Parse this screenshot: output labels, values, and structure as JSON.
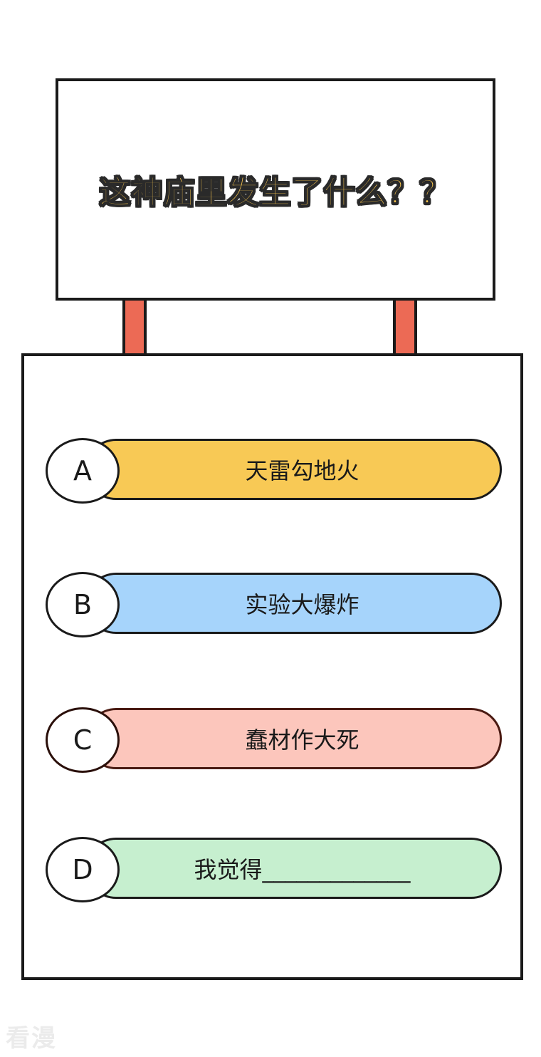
{
  "question": "这神庙里发生了什么？？",
  "options": [
    {
      "letter": "A",
      "text": "天雷勾地火",
      "color": "#f8c955"
    },
    {
      "letter": "B",
      "text": "实验大爆炸",
      "color": "#a6d4fb"
    },
    {
      "letter": "C",
      "text": "蠢材作大死",
      "color": "#fcc6bc"
    },
    {
      "letter": "D",
      "text": "我觉得_____________",
      "color": "#c6efcf"
    }
  ],
  "watermark": "看漫"
}
